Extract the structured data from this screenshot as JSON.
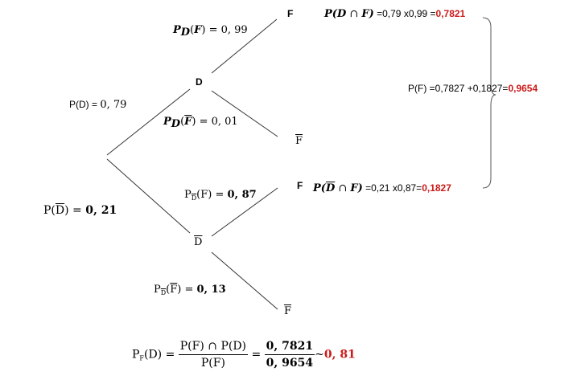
{
  "tree": {
    "root_prob_D": {
      "prefix": "P(D) = ",
      "value": "0, 79"
    },
    "root_prob_notD": {
      "prefix": "P(",
      "bar": "D",
      "suffix": ") = ",
      "value": "0, 21"
    },
    "node_D": "D",
    "node_notD": "D",
    "leaf_F_top": "F",
    "leaf_notF_top": "F",
    "leaf_F_bottom": "F",
    "leaf_notF_bottom": "F",
    "branch_D_F": {
      "p": "P",
      "sub": "D",
      "open": "(",
      "ev": "F",
      "close": ") = ",
      "value": "0, 99"
    },
    "branch_D_notF": {
      "p": "P",
      "sub": "D",
      "open": "(",
      "ev": "F",
      "close": ") = ",
      "value": "0, 01"
    },
    "branch_notD_F": {
      "p": "P",
      "sub": "D",
      "open": "(F) = ",
      "value": "0, 87"
    },
    "branch_notD_notF": {
      "p": "P",
      "sub": "D",
      "open": "(",
      "ev": "F",
      "close": ") = ",
      "value": "0, 13"
    }
  },
  "calc": {
    "top": {
      "expr_head": "P(",
      "expr_D": "D",
      "expr_mid": " ∩ ",
      "expr_F": "F",
      "expr_tail": ")",
      "arith": " =0,79 x0,99 =",
      "result": "0,7821"
    },
    "bottom": {
      "expr_head": "P(",
      "expr_D": "D",
      "expr_mid": " ∩ ",
      "expr_F": "F",
      "expr_tail": ")",
      "arith": " =0,21 x0,87=",
      "result": "0,1827"
    },
    "total": {
      "label": "P(F) =0,7827 +0,1827=",
      "result": "0,9654"
    }
  },
  "bayes": {
    "lhs_p": "P",
    "lhs_sub": "F",
    "lhs_arg": "(D) = ",
    "num": "P(F) ∩ P(D)",
    "den": "P(F)",
    "eq": " = ",
    "num2": "0, 7821",
    "den2": "0, 9654",
    "approx": "~",
    "result": "0, 81"
  }
}
